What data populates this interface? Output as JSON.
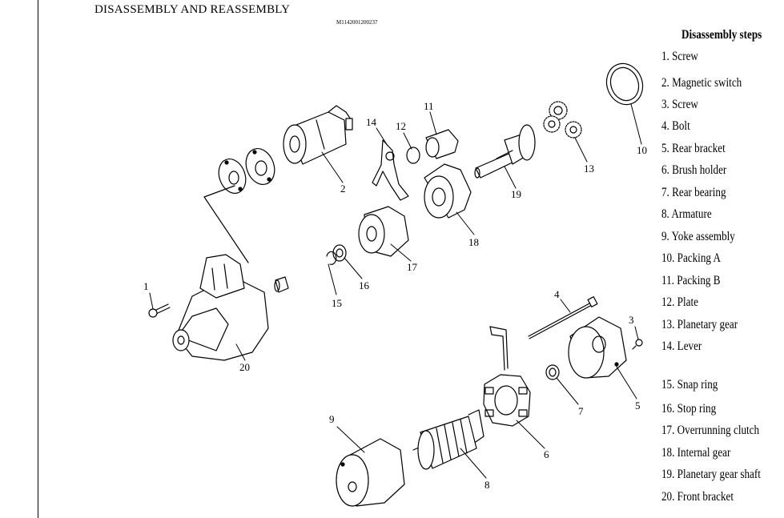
{
  "heading": "DISASSEMBLY AND REASSEMBLY",
  "figure_code": "M1142001200237",
  "steps_title": "Disassembly steps",
  "steps": [
    "1. Screw",
    "2. Magnetic switch",
    "3. Screw",
    "4. Bolt",
    "5. Rear bracket",
    "6. Brush holder",
    "7. Rear bearing",
    "8. Armature",
    "9. Yoke assembly",
    "10. Packing A",
    "11. Packing B",
    "12. Plate",
    "13. Planetary gear",
    "14. Lever",
    "15. Snap ring",
    "16. Stop ring",
    "17. Overrunning clutch",
    "18. Internal gear",
    "19. Planetary gear shaft",
    "20. Front bracket"
  ],
  "callouts": [
    "1",
    "2",
    "3",
    "4",
    "5",
    "6",
    "7",
    "8",
    "9",
    "10",
    "11",
    "12",
    "13",
    "14",
    "15",
    "16",
    "17",
    "18",
    "19",
    "20"
  ]
}
